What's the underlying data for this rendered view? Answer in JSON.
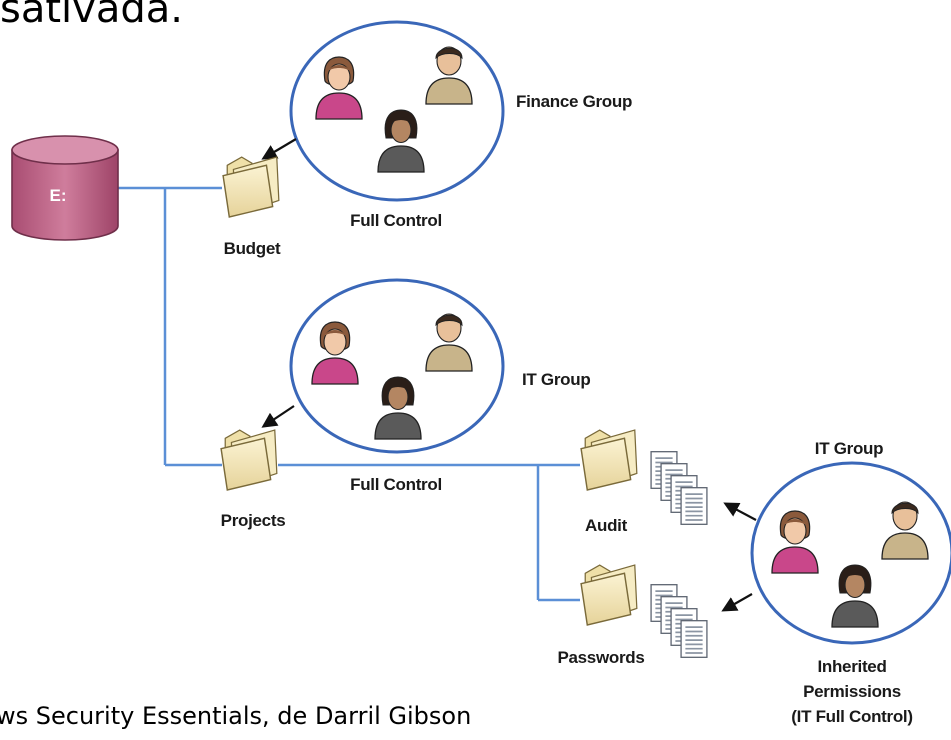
{
  "heading_fragment": "sativada.",
  "caption_fragment": "ws Security Essentials, de Darril Gibson",
  "drive": {
    "label": "E:"
  },
  "folders": {
    "budget": "Budget",
    "projects": "Projects",
    "audit": "Audit",
    "passwords": "Passwords"
  },
  "groups": {
    "finance": {
      "name": "Finance Group",
      "permission": "Full Control"
    },
    "it": {
      "name": "IT Group",
      "permission": "Full Control"
    },
    "it_inherited": {
      "name": "IT Group",
      "permission_lines": [
        "Inherited",
        "Permissions",
        "(IT Full Control)"
      ]
    }
  },
  "colors": {
    "connector_line": "#5b8fd6",
    "group_circle": "#3a67b8",
    "drive": "#c06a8a",
    "folder": "#f2e6b8",
    "person_pink": "#c9478a",
    "person_tan": "#c8b48a",
    "person_gray": "#5a5a5a"
  }
}
